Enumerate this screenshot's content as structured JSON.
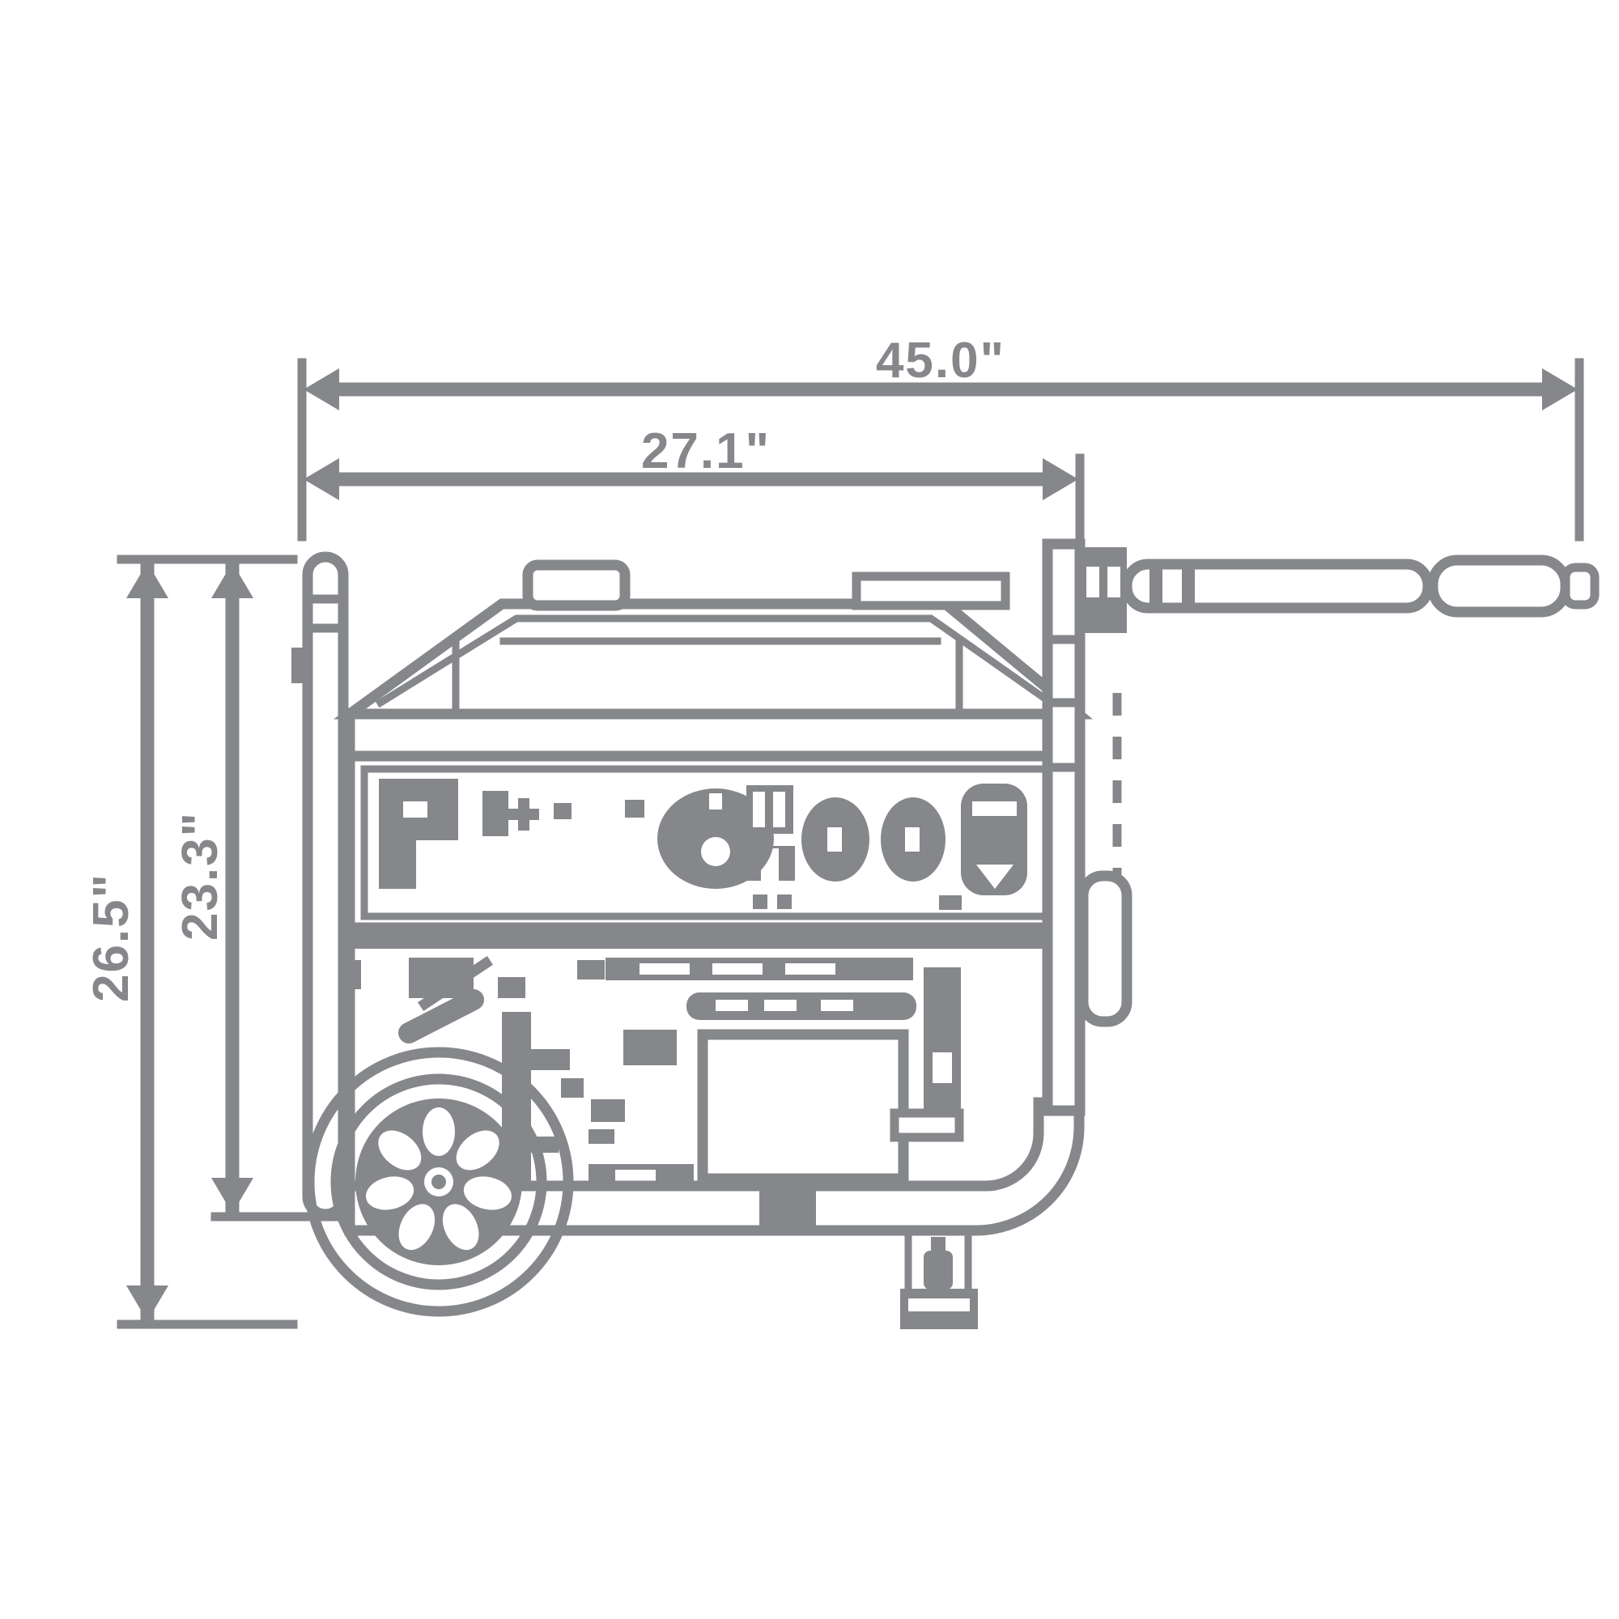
{
  "drawing": {
    "title": "generator-dimension-diagram",
    "subject": "portable generator side view technical drawing",
    "line_color": "#85878A",
    "background_color": "#FFFFFF",
    "labels": {
      "overall_length": "45.0\"",
      "frame_length": "27.1\"",
      "overall_height": "26.5\"",
      "frame_height": "23.3\""
    }
  }
}
